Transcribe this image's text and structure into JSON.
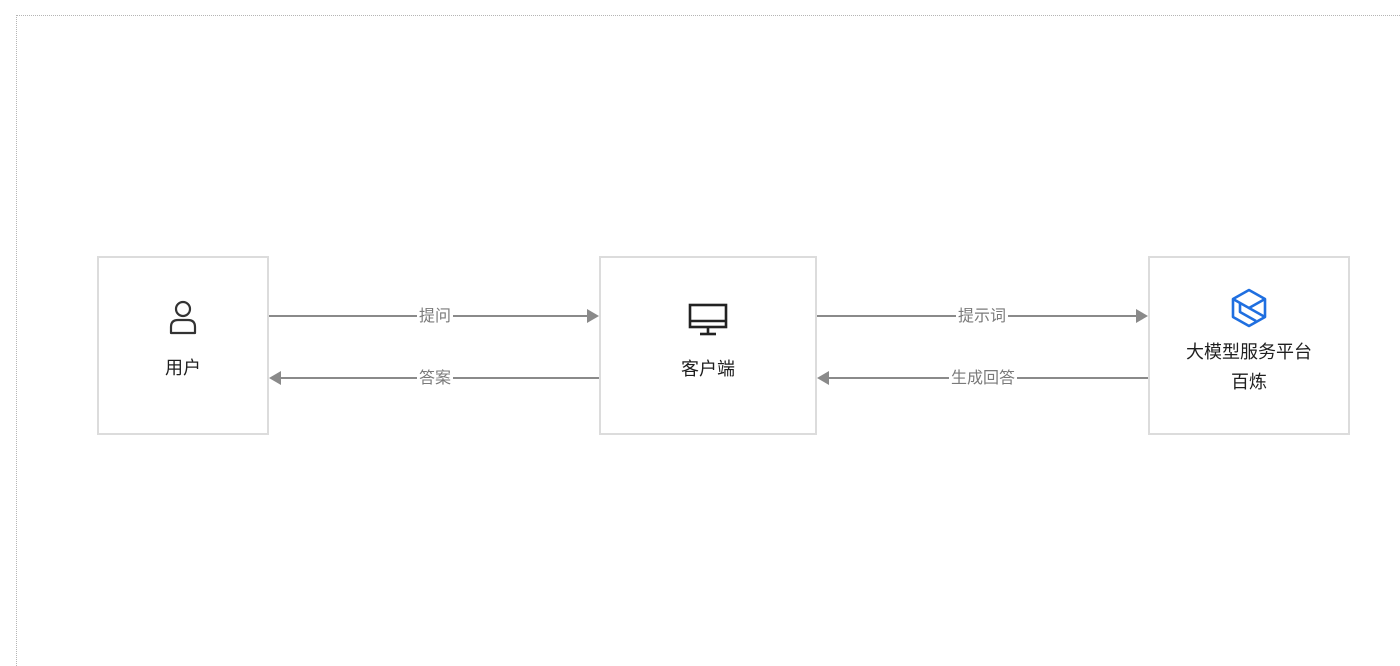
{
  "nodes": {
    "user": {
      "label": "用户",
      "icon": "user-icon"
    },
    "client": {
      "label": "客户端",
      "icon": "monitor-icon"
    },
    "platform": {
      "label_line1": "大模型服务平台",
      "label_line2": "百炼",
      "icon": "bailian-logo-icon"
    }
  },
  "edges": {
    "user_to_client": "提问",
    "client_to_user": "答案",
    "client_to_platform": "提示词",
    "platform_to_client": "生成回答"
  },
  "colors": {
    "border": "#dcdcdc",
    "arrow": "#8a8a8a",
    "edge_text": "#7a7a7a",
    "node_text": "#1f1f1f",
    "logo_blue": "#1f6fe0"
  }
}
